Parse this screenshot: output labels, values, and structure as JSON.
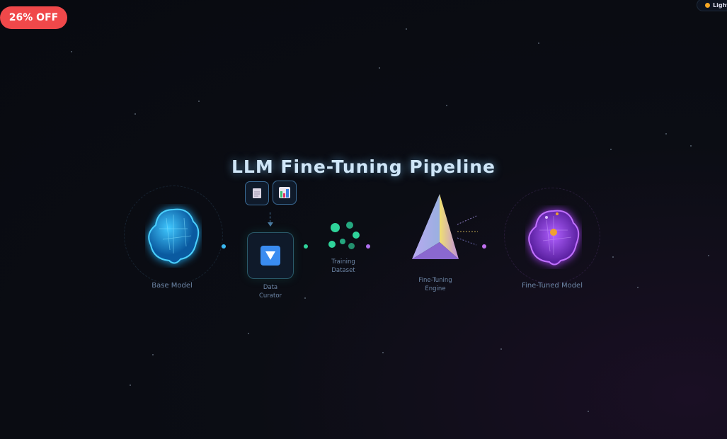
{
  "promo": {
    "label": "26% OFF"
  },
  "theme_toggle": {
    "label": "Light",
    "icon": "sun-icon"
  },
  "title": "LLM Fine-Tuning Pipeline",
  "nodes": [
    {
      "label": "Base Model",
      "icon": "brain-icon",
      "color": "#1fa8f0"
    },
    {
      "label_1": "Data",
      "label_2": "Curator",
      "icon": "filter-icon",
      "color": "#3aa0f0"
    },
    {
      "label_1": "Training",
      "label_2": "Dataset",
      "icon": "dots-cluster-icon",
      "color": "#2fd39a"
    },
    {
      "label_1": "Fine-Tuning",
      "label_2": "Engine",
      "icon": "prism-icon"
    },
    {
      "label": "Fine-Tuned Model",
      "icon": "brain-icon",
      "color": "#a040f0"
    }
  ],
  "inputs": [
    {
      "icon": "document-icon"
    },
    {
      "icon": "bar-chart-icon"
    }
  ]
}
